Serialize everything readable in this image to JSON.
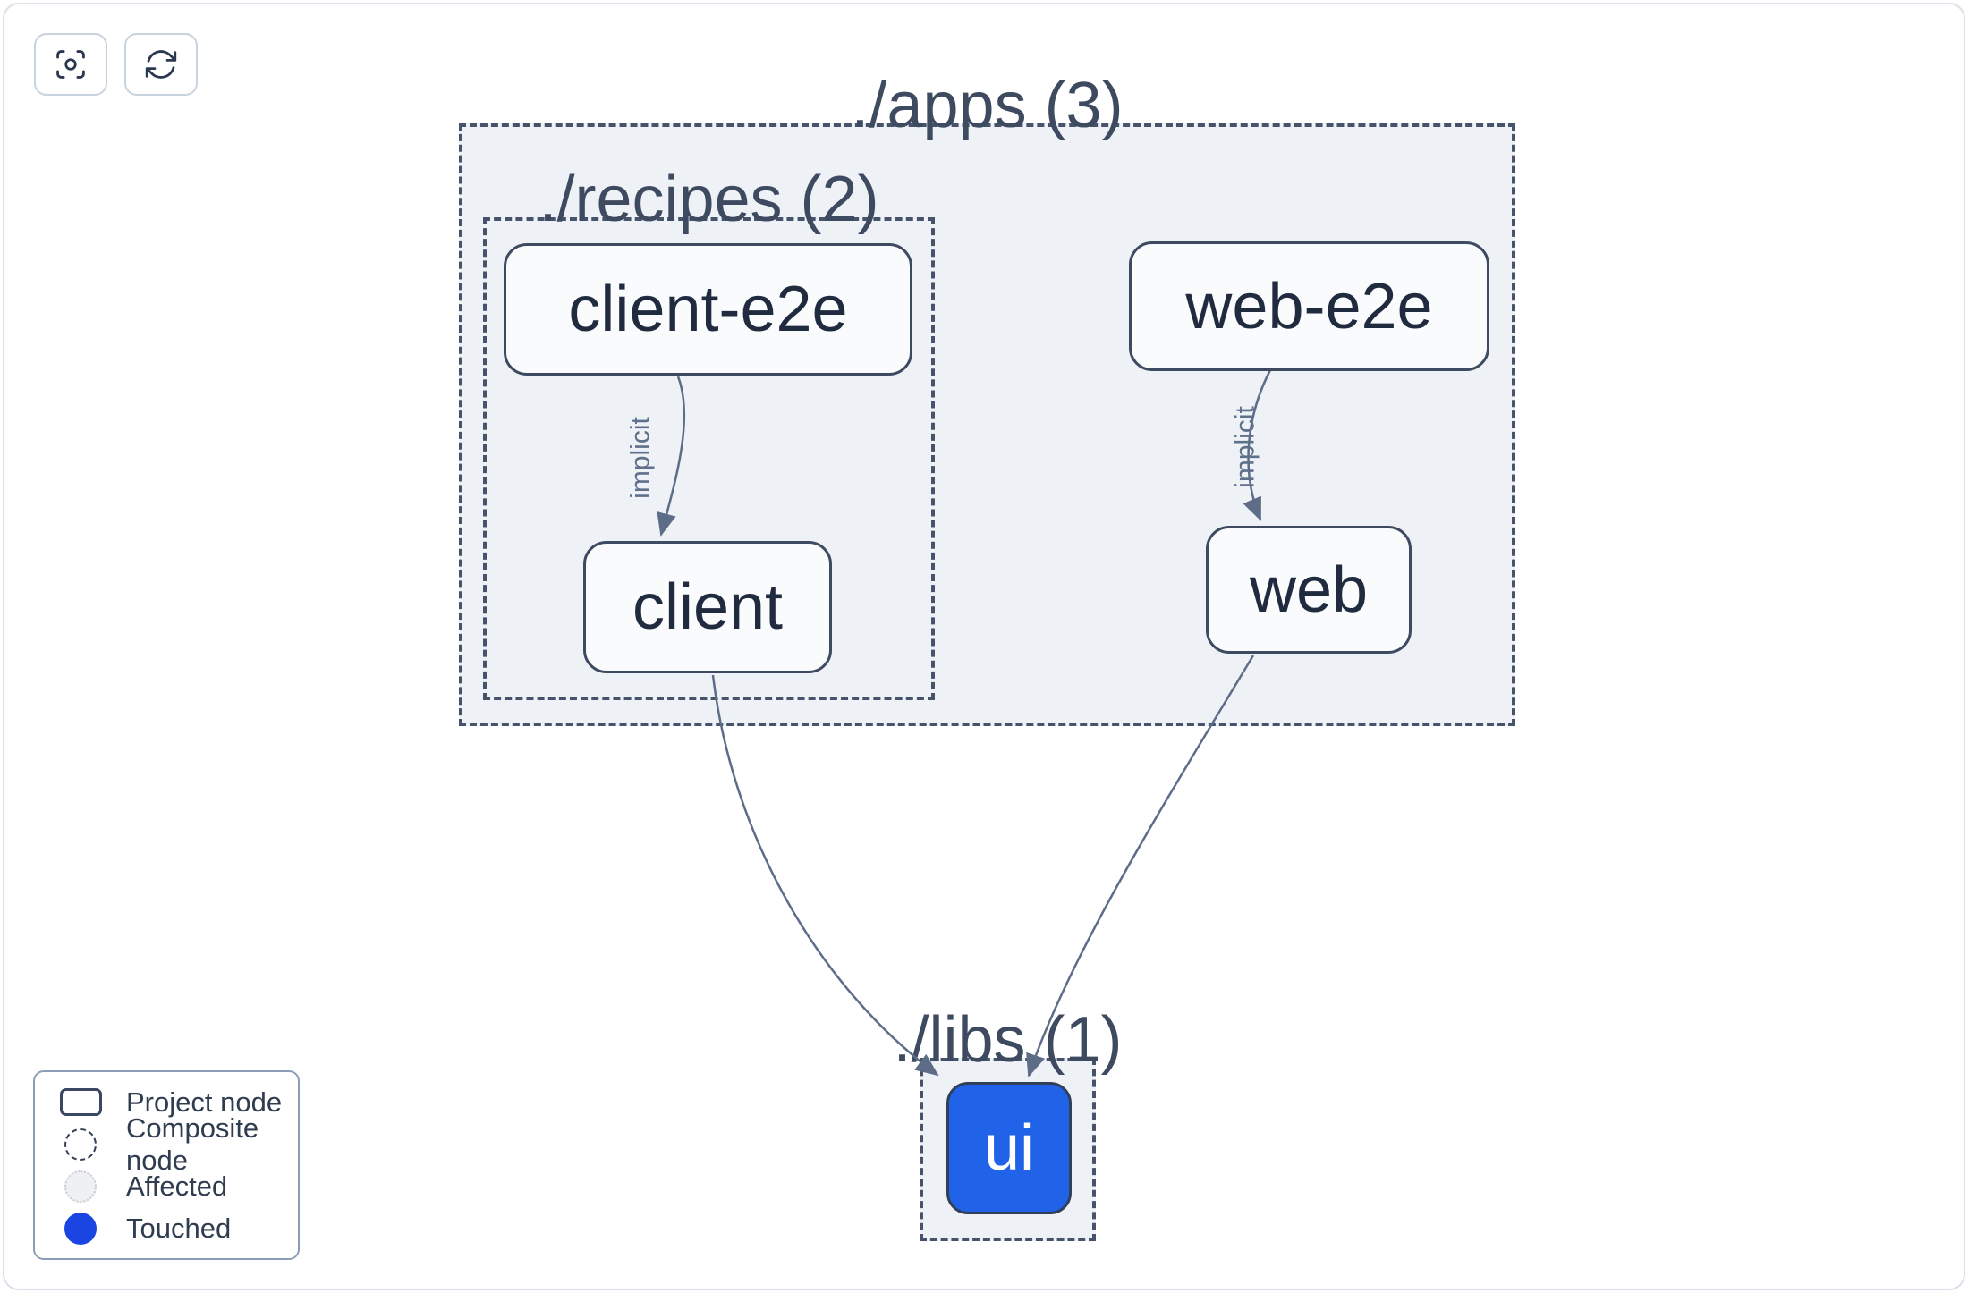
{
  "toolbar": {
    "buttons": [
      {
        "id": "center-graph",
        "icon": "viewfinder-circle-icon",
        "label": ""
      },
      {
        "id": "refresh-graph",
        "icon": "arrow-path-icon",
        "label": ""
      }
    ]
  },
  "graph": {
    "groups": [
      {
        "id": "apps",
        "label": "./apps (3)"
      },
      {
        "id": "recipes",
        "label": "./recipes (2)"
      },
      {
        "id": "libs",
        "label": "./libs (1)"
      }
    ],
    "nodes": [
      {
        "id": "client-e2e",
        "label": "client-e2e",
        "group": "recipes",
        "state": "default"
      },
      {
        "id": "client",
        "label": "client",
        "group": "recipes",
        "state": "default"
      },
      {
        "id": "web-e2e",
        "label": "web-e2e",
        "group": "apps",
        "state": "default"
      },
      {
        "id": "web",
        "label": "web",
        "group": "apps",
        "state": "default"
      },
      {
        "id": "ui",
        "label": "ui",
        "group": "libs",
        "state": "touched"
      }
    ],
    "edges": [
      {
        "source": "client-e2e",
        "target": "client",
        "label": "implicit",
        "type": "implicit"
      },
      {
        "source": "web-e2e",
        "target": "web",
        "label": "implicit",
        "type": "implicit"
      },
      {
        "source": "client",
        "target": "ui",
        "label": "",
        "type": "static"
      },
      {
        "source": "web",
        "target": "ui",
        "label": "",
        "type": "static"
      }
    ]
  },
  "legend": {
    "items": [
      {
        "label": "Project node",
        "swatch": "project-node"
      },
      {
        "label": "Composite node",
        "swatch": "composite-node"
      },
      {
        "label": "Affected",
        "swatch": "affected"
      },
      {
        "label": "Touched",
        "swatch": "touched"
      }
    ]
  },
  "colors": {
    "node_touched_fill": "#2163e8",
    "legend_touched_blue": "#1a45e2",
    "edge_stroke": "#5d6d88",
    "dashed_border": "#46536b",
    "group_fill": "#eef1f6",
    "node_border": "#3e4a61",
    "node_fill": "#fafbfd",
    "title_text": "#3e4a5f",
    "node_text": "#202b3f",
    "legend_border": "#8b9db5",
    "button_border": "#c8d3e0"
  }
}
